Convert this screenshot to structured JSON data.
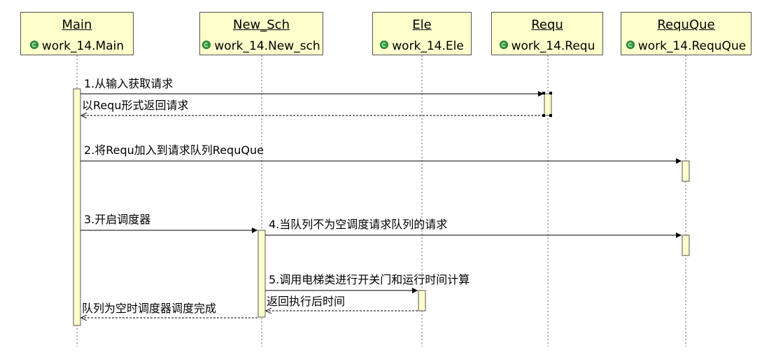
{
  "lifelines": [
    {
      "name": "Main",
      "class": "work_14.Main"
    },
    {
      "name": "New_Sch",
      "class": "work_14.New_sch"
    },
    {
      "name": "Ele",
      "class": "work_14.Ele"
    },
    {
      "name": "Requ",
      "class": "work_14.Requ"
    },
    {
      "name": "RequQue",
      "class": "work_14.RequQue"
    }
  ],
  "messages": [
    {
      "label": "1.从输入获取请求",
      "kind": "call"
    },
    {
      "label": "以Requ形式返回请求",
      "kind": "return"
    },
    {
      "label": "2.将Requ加入到请求队列RequQue",
      "kind": "call"
    },
    {
      "label": "3.开启调度器",
      "kind": "call"
    },
    {
      "label": "4.当队列不为空调度请求队列的请求",
      "kind": "call"
    },
    {
      "label": "5.调用电梯类进行开关门和运行时间计算",
      "kind": "call"
    },
    {
      "label": "返回执行后时间",
      "kind": "return"
    },
    {
      "label": "队列为空时调度器调度完成",
      "kind": "return"
    }
  ],
  "colors": {
    "box_fill": "#ffffcc",
    "box_border": "#555555",
    "line": "#000000",
    "class_icon": "#2e9e3e"
  }
}
